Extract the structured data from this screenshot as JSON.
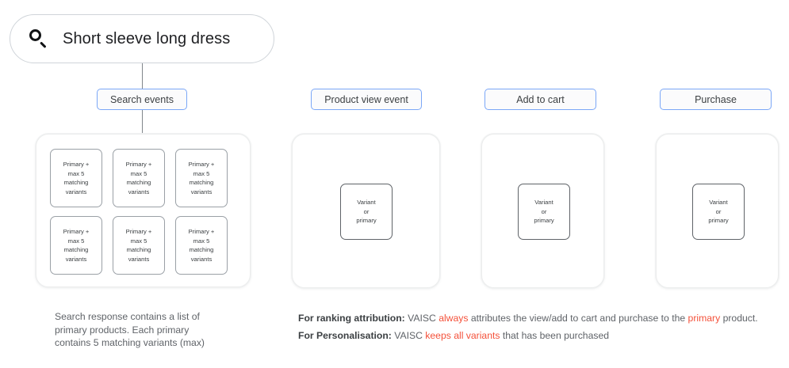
{
  "search": {
    "icon": "search-icon",
    "query": "Short sleeve long dress"
  },
  "stages": [
    {
      "pill_label": "Search events",
      "cards": [
        "Primary + max 5 matching variants",
        "Primary + max 5 matching variants",
        "Primary + max 5 matching variants",
        "Primary + max 5 matching variants",
        "Primary + max 5 matching variants",
        "Primary + max 5 matching variants"
      ]
    },
    {
      "pill_label": "Product view event",
      "card": "Variant or primary"
    },
    {
      "pill_label": "Add to cart",
      "card": "Variant or primary"
    },
    {
      "pill_label": "Purchase",
      "card": "Variant or primary"
    }
  ],
  "card_lines": {
    "primary": [
      "Primary +",
      "max 5",
      "matching",
      "variants"
    ],
    "variant": [
      "Variant",
      "or",
      "primary"
    ]
  },
  "caption_left": {
    "line1": "Search response contains a list of",
    "line2": "primary products. Each primary",
    "line3": "contains 5 matching variants (max)"
  },
  "notes": {
    "ranking": {
      "label": "For ranking attribution:",
      "part1": " VAISC ",
      "highlight1": "always",
      "part2": " attributes the view/add to cart and purchase to the ",
      "highlight2": "primary",
      "part3": " product."
    },
    "personalisation": {
      "label": "For Personalisation:",
      "part1": " VAISC ",
      "highlight1": "keeps all variants",
      "part2": " that has been purchased"
    }
  },
  "colors": {
    "accent_blue": "#7BA7F7",
    "highlight_red": "#f4513a",
    "card_border": "#9aa0a6",
    "text": "#3c4043"
  }
}
